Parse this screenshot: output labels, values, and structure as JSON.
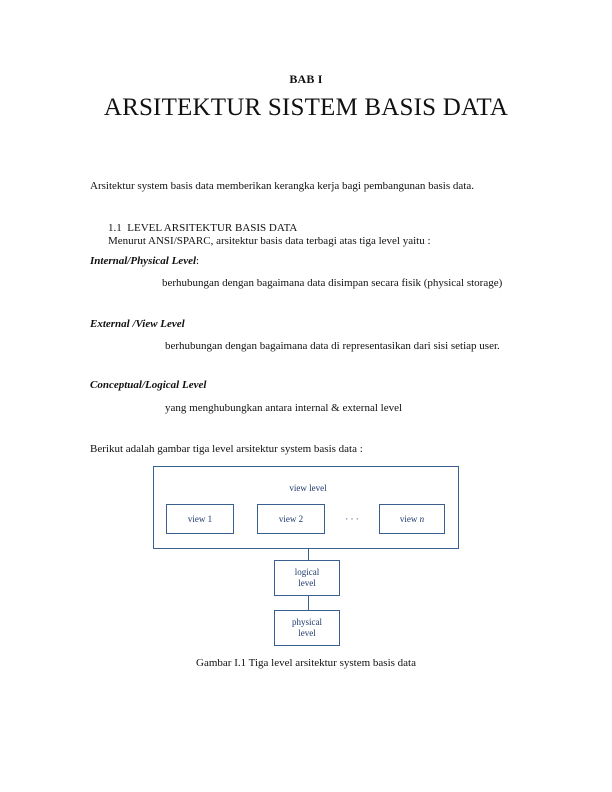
{
  "chapter": "BAB I",
  "title": "ARSITEKTUR SISTEM BASIS DATA",
  "intro": "Arsitektur system basis data memberikan kerangka kerja bagi pembangunan basis data.",
  "section": {
    "number": "1.1",
    "title": "LEVEL ARSITEKTUR BASIS DATA",
    "intro": "Menurut ANSI/SPARC, arsitektur basis data terbagi atas tiga level yaitu :"
  },
  "levels": [
    {
      "term": "Internal/Physical Level",
      "suffix": ":",
      "description": "berhubungan dengan bagaimana data disimpan secara fisik (physical storage)"
    },
    {
      "term": "External /View Level",
      "suffix": "",
      "description": "berhubungan dengan bagaimana data di representasikan dari sisi setiap user."
    },
    {
      "term": "Conceptual/Logical Level",
      "suffix": "",
      "description": "yang menghubungkan antara internal & external level"
    }
  ],
  "figure_intro": "Berikut adalah gambar tiga level arsitektur system basis data :",
  "diagram": {
    "view_level_label": "view level",
    "views": [
      "view 1",
      "view 2"
    ],
    "ellipsis": "· · ·",
    "view_n_prefix": "view ",
    "view_n_var": "n",
    "logical": [
      "logical",
      "level"
    ],
    "physical": [
      "physical",
      "level"
    ],
    "line_color": "#3a5f91",
    "text_color": "#1f3a6e"
  },
  "caption": "Gambar I.1 Tiga level arsitektur system basis data"
}
